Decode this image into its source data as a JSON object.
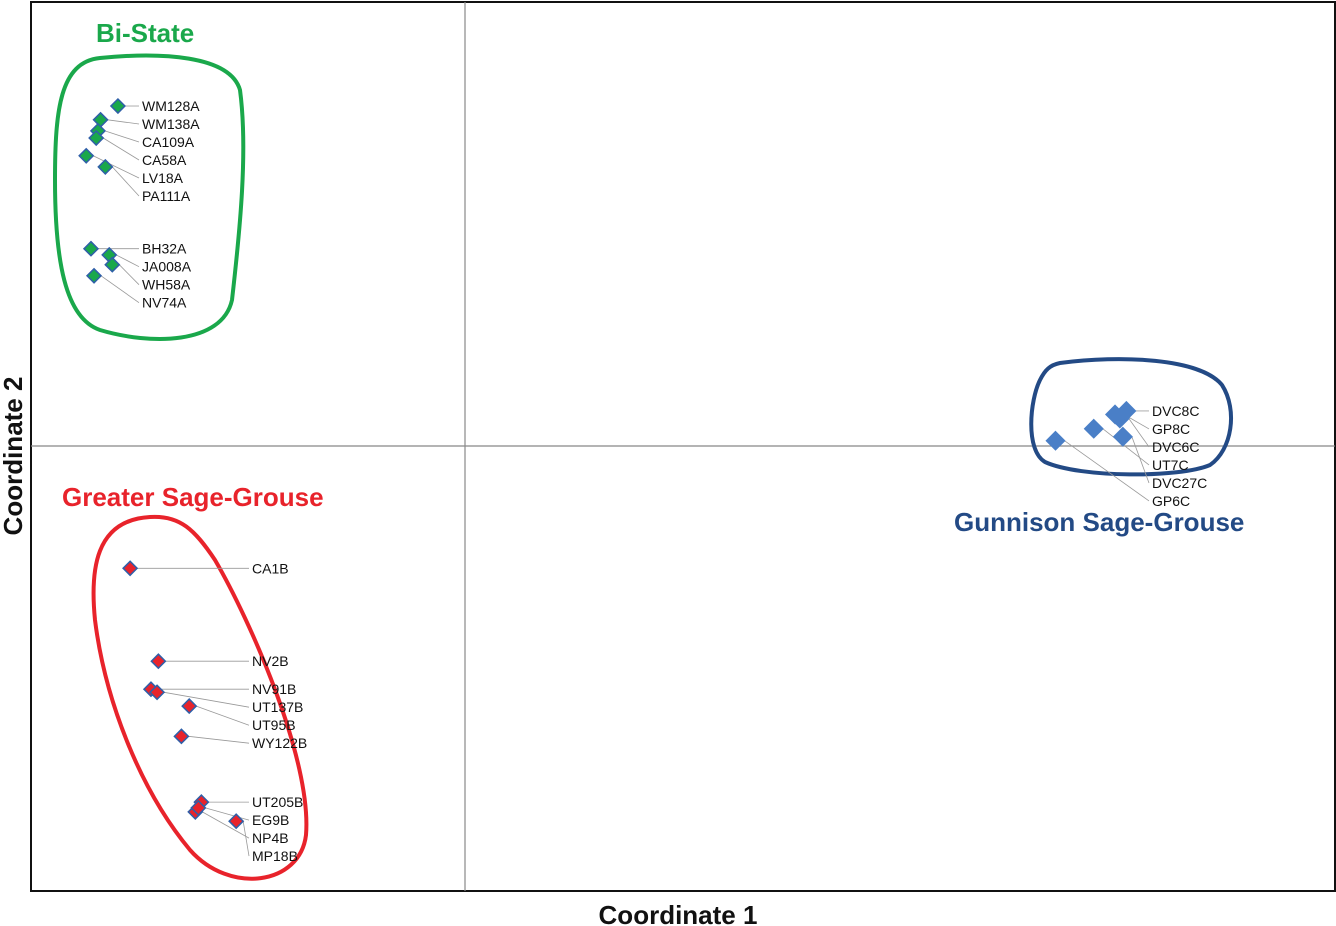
{
  "chart_data": {
    "type": "scatter",
    "title": "",
    "xlabel": "Coordinate 1",
    "ylabel": "Coordinate 2",
    "xlim": [
      -1.0,
      2.0
    ],
    "ylim": [
      -1.0,
      1.0
    ],
    "grid": false,
    "zero_lines": true,
    "legend": "none",
    "groups": [
      {
        "name": "Bi-State",
        "color": "#1aa84b",
        "marker_color": "#1aa84b",
        "marker_edge": "#2f5fa8",
        "points": [
          {
            "label": "WM128A",
            "x": -0.8,
            "y": 0.766
          },
          {
            "label": "WM138A",
            "x": -0.84,
            "y": 0.735
          },
          {
            "label": "CA109A",
            "x": -0.846,
            "y": 0.71
          },
          {
            "label": "CA58A",
            "x": -0.85,
            "y": 0.694
          },
          {
            "label": "LV18A",
            "x": -0.873,
            "y": 0.654
          },
          {
            "label": "PA111A",
            "x": -0.829,
            "y": 0.629
          },
          {
            "label": "BH32A",
            "x": -0.862,
            "y": 0.445
          },
          {
            "label": "JA008A",
            "x": -0.82,
            "y": 0.431
          },
          {
            "label": "WH58A",
            "x": -0.813,
            "y": 0.409
          },
          {
            "label": "NV74A",
            "x": -0.855,
            "y": 0.384
          }
        ]
      },
      {
        "name": "Greater Sage-Grouse",
        "color": "#e8232b",
        "marker_color": "#e8232b",
        "marker_edge": "#2f5fa8",
        "points": [
          {
            "label": "CA1B",
            "x": -0.772,
            "y": -0.274
          },
          {
            "label": "NV2B",
            "x": -0.707,
            "y": -0.483
          },
          {
            "label": "NV91B",
            "x": -0.724,
            "y": -0.546
          },
          {
            "label": "UT137B",
            "x": -0.71,
            "y": -0.553
          },
          {
            "label": "UT95B",
            "x": -0.636,
            "y": -0.584
          },
          {
            "label": "WY122B",
            "x": -0.654,
            "y": -0.652
          },
          {
            "label": "UT205B",
            "x": -0.608,
            "y": -0.8
          },
          {
            "label": "NP4B",
            "x": -0.622,
            "y": -0.822
          },
          {
            "label": "EG9B",
            "x": -0.615,
            "y": -0.813
          },
          {
            "label": "MP18B",
            "x": -0.528,
            "y": -0.843
          }
        ]
      },
      {
        "name": "Gunnison Sage-Grouse",
        "color": "#234a85",
        "marker_color": "#4a7fc7",
        "marker_edge": "#4a7fc7",
        "points": [
          {
            "label": "GP6C",
            "x": 1.357,
            "y": 0.013
          },
          {
            "label": "UT7C",
            "x": 1.445,
            "y": 0.04
          },
          {
            "label": "DVC6C",
            "x": 1.505,
            "y": 0.063
          },
          {
            "label": "DVC27C",
            "x": 1.512,
            "y": 0.022
          },
          {
            "label": "DVC8C",
            "x": 1.52,
            "y": 0.08
          },
          {
            "label": "GP8C",
            "x": 1.494,
            "y": 0.072
          }
        ]
      }
    ]
  }
}
